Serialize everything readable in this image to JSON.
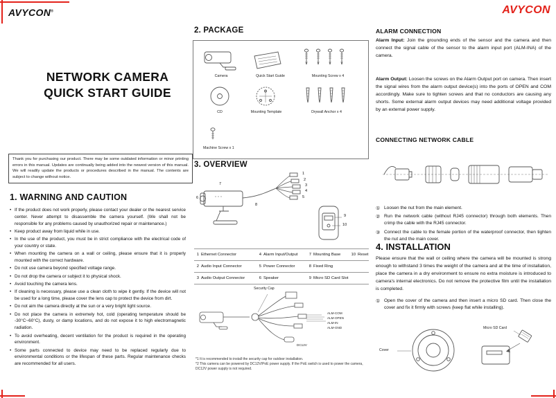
{
  "colors": {
    "accent_red": "#e32119",
    "ink": "#111111",
    "diagram_line": "#555555"
  },
  "header": {
    "brand_left": "AVYCON",
    "brand_left_reg": "®",
    "brand_right": "AVYCON"
  },
  "intro": {
    "title_line1": "NETWORK CAMERA",
    "title_line2": "QUICK START GUIDE",
    "notice": "Thank you for purchasing our product. There may be some outdated information or minor printing errors in this manual. Updates are continually being added into the newest version of this manual. We will readily update the products or procedures described in the manual. The contents are subject to change without notice."
  },
  "warning": {
    "heading": "1. WARNING AND CAUTION",
    "bullets": [
      "If the product does not work properly, please contact your dealer or the nearest service center. Never attempt to disassemble the camera yourself. (We shall not be responsible for any problems caused by unauthorized repair or maintenance.)",
      "Keep product away from liquid while in use.",
      "In the use of the product, you must be in strict compliance with the electrical code of your country or state.",
      "When mounting the camera on a wall or ceiling, please ensure that it is properly mounted with the correct hardware.",
      "Do not use camera beyond specified voltage range.",
      "Do not drop the camera or subject it to physical shock.",
      "Avoid touching the camera lens.",
      "If cleaning is necessary, please use a clean cloth to wipe it gently. If the device will not be used for a long time, please cover the lens cap to protect the device from dirt.",
      "Do not aim the camera directly at the sun or a very bright light source.",
      "Do not place the camera in extremely hot, cold (operating temperature should be -30°C~60°C), dusty, or damp locations, and do not expose it to high electromagnetic radiation.",
      "To avoid overheating, decent ventilation for the product is required in the operating environment.",
      "Some parts connected to device may need to be replaced regularly due to environmental conditions or the lifespan of these parts. Regular maintenance checks are recommended for all users."
    ]
  },
  "package": {
    "heading": "2. PACKAGE",
    "row1_labels": [
      "Camera",
      "Quick Start Guide",
      "Mounting Screw x 4"
    ],
    "row2_labels": [
      "CD",
      "Mounting Template",
      "Drywall Anchor x 4"
    ],
    "row3_label": "Machine Screw x 1"
  },
  "overview": {
    "heading": "3. OVERVIEW",
    "callouts": [
      "1",
      "2",
      "3",
      "4",
      "5",
      "6",
      "7",
      "8",
      "9",
      "10"
    ],
    "table": [
      [
        {
          "n": "1",
          "t": "Ethernet Connector"
        },
        {
          "n": "4",
          "t": "Alarm Input/Output"
        },
        {
          "n": "7",
          "t": "Mounting Base"
        },
        {
          "n": "10",
          "t": "Reset"
        }
      ],
      [
        {
          "n": "2",
          "t": "Audio Input Connector"
        },
        {
          "n": "5",
          "t": "Power Connector"
        },
        {
          "n": "8",
          "t": "Fixed Ring"
        }
      ],
      [
        {
          "n": "3",
          "t": "Audio Output Connector"
        },
        {
          "n": "6",
          "t": "Speaker"
        },
        {
          "n": "9",
          "t": "Micro SD Card Slot"
        }
      ]
    ],
    "harness": {
      "security_cap_label": "Security Cap",
      "wire_labels": [
        "ALM-COM",
        "ALM-OPEN",
        "ALM-IN",
        "ALM-GND"
      ],
      "power_label": "DC12V"
    },
    "footnotes": [
      "*1 It is recommended to install the security cap for outdoor installation.",
      "*2 This camera can be powered by DC12V/PoE power supply. If the PoE switch is used to power the camera, DC12V power supply is not required."
    ]
  },
  "alarm": {
    "heading": "ALARM CONNECTION",
    "input_label": "Alarm Input:",
    "input_text": "Join the grounding ends of the sensor and the camera and then connect the signal cable of the sensor to the alarm input port (ALM-INA) of the camera.",
    "output_label": "Alarm Output:",
    "output_text": "Loosen the screws on the Alarm Output port on camera. Then insert the signal wires from the alarm output device(s) into the ports of OPEN and COM accordingly. Make sure to tighten screws and that no conductors are causing any shorts. Some external alarm output devices may need additional voltage provided by an external power supply."
  },
  "network_cable": {
    "heading": "CONNECTING NETWORK CABLE",
    "steps": [
      {
        "marker": "①",
        "text": "Loosen the nut from the main element."
      },
      {
        "marker": "②",
        "text": "Run the network cable (without RJ45 connector) through both elements. Then crimp the cable with the RJ45 connector."
      },
      {
        "marker": "③",
        "text": "Connect the cable to the female portion of the waterproof connector, then tighten the nut and the main cover."
      }
    ]
  },
  "installation": {
    "heading": "4. INSTALLATION",
    "intro": "Please ensure that the wall or ceiling where the camera will be mounted is strong enough to withstand 3 times the weight of the camera and at the time of installation, place the camera in a dry environment to ensure no extra moisture is introduced to camera's internal electronics. Do not remove the protective film until the installation is completed.",
    "step": {
      "marker": "①",
      "text": "Open the cover of the camera and then insert a micro SD card. Then close the cover and fix it firmly with screws (keep flat while installing)."
    },
    "cover_label": "Cover",
    "sd_label": "Micro SD Card"
  }
}
